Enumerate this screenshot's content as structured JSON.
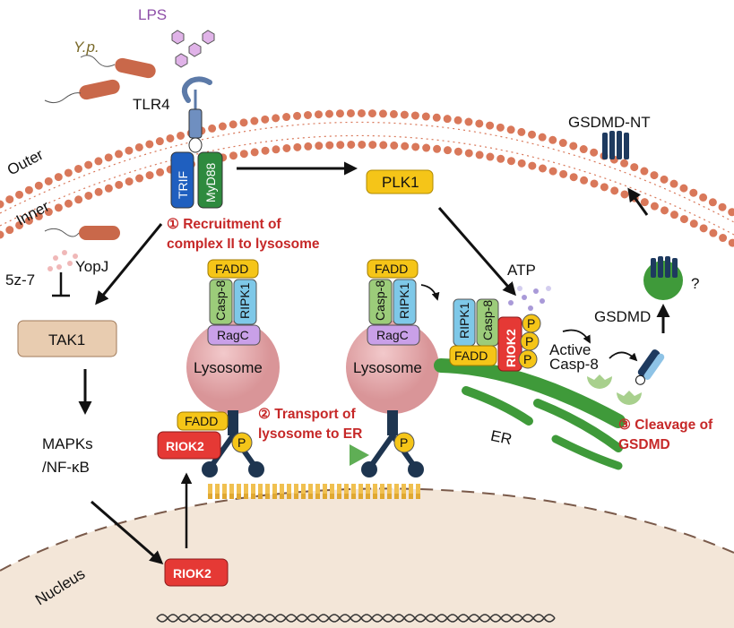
{
  "labels": {
    "lps": "LPS",
    "yp": "Y.p.",
    "tlr4": "TLR4",
    "outer": "Outer",
    "inner": "Inner",
    "trif": "TRIF",
    "myd88": "MyD88",
    "plk1": "PLK1",
    "gsdmd_nt": "GSDMD-NT",
    "yopj": "YopJ",
    "z57": "5z-7",
    "tak1": "TAK1",
    "mapks": "MAPKs",
    "nfkb": "/NF-κB",
    "fadd": "FADD",
    "casp8": "Casp-8",
    "ripk1": "RIPK1",
    "ragc": "RagC",
    "lysosome": "Lysosome",
    "atp": "ATP",
    "gsdmd": "GSDMD",
    "question": "?",
    "active": "Active",
    "active_casp8": "Casp-8",
    "riok2": "RIOK2",
    "p": "P",
    "er": "ER",
    "nucleus": "Nucleus"
  },
  "steps": {
    "step1_line1": "① Recruitment of",
    "step1_line2": "complex II to lysosome",
    "step2_line1": "② Transport of",
    "step2_line2": "lysosome to ER",
    "step3_line1": "③ Cleavage of",
    "step3_line2": "GSDMD"
  },
  "colors": {
    "step_text": "#c62828",
    "membrane": "#d9785a",
    "lysosome": "#e3aeb0",
    "er": "#3f9a3a",
    "riok2": "#e53935",
    "fadd": "#f5c518",
    "lps": "#e0b3e8"
  }
}
